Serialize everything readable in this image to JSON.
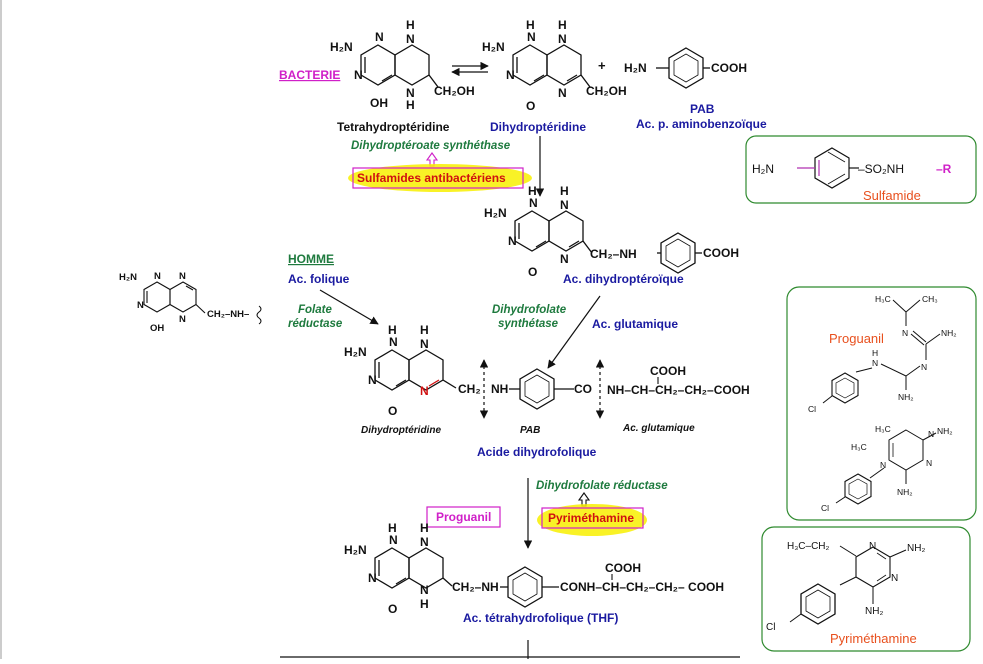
{
  "organisms": {
    "bacteria": "BACTERIE",
    "human": "HOMME"
  },
  "compounds": {
    "tetrahydropteridine": "Tetrahydroptéridine",
    "dihydropteridine_top": "Dihydroptéridine",
    "pab_short": "PAB",
    "pab_full": "Ac. p. aminobenzoïque",
    "dihydropteroic": "Ac. dihydroptéroïque",
    "folic": "Ac. folique",
    "glutamic": "Ac. glutamique",
    "dihydropteridine_small": "Dihydroptéridine",
    "pab_small": "PAB",
    "glutamic_small": "Ac. glutamique",
    "dihydrofolic": "Acide dihydrofolique",
    "thf": "Ac. tétrahydrofolique (THF)"
  },
  "enzymes": {
    "dhps": "Dihydroptéroate synthéthase",
    "folate_reductase": [
      "Folate",
      "réductase"
    ],
    "dhfs": [
      "Dihydrofolate",
      "synthétase"
    ],
    "dhfr": "Dihydrofolate réductase"
  },
  "inhibitors": {
    "sulfonamides": "Sulfamides antibactériens",
    "pyrimethamine": "Pyriméthamine",
    "proguanil": "Proguanil"
  },
  "side_panels": {
    "sulfamide": "Sulfamide",
    "proguanil": "Proguanil",
    "pyrimethamine": "Pyriméthamine"
  },
  "atoms": {
    "H2N": "H₂N",
    "H": "H",
    "N": "N",
    "OH": "OH",
    "O": "O",
    "CH2OH": "CH₂OH",
    "COOH": "COOH",
    "plus": "+",
    "CH2NH": "CH₂–NH",
    "NH": "NH",
    "CO": "CO",
    "chain": "NH–CH–CH₂–CH₂–COOH",
    "conh_chain": "CONH–CH–CH₂–CH₂– COOH",
    "SO2NH": "–SO₂NH",
    "R": "–R",
    "CH2NHwavy": "CH₂–NH–",
    "Cl": "Cl",
    "NH2": "NH₂",
    "H3C": "H₃C",
    "CH3": "CH₃",
    "ethyl": "H₃C–CH₂"
  },
  "colors": {
    "blue": "#1a1aa0",
    "green": "#1e7a3e",
    "pink": "#d020c8",
    "orange": "#e8501e",
    "highlight": "#f8f000",
    "box_border": "#2f8a2f"
  }
}
